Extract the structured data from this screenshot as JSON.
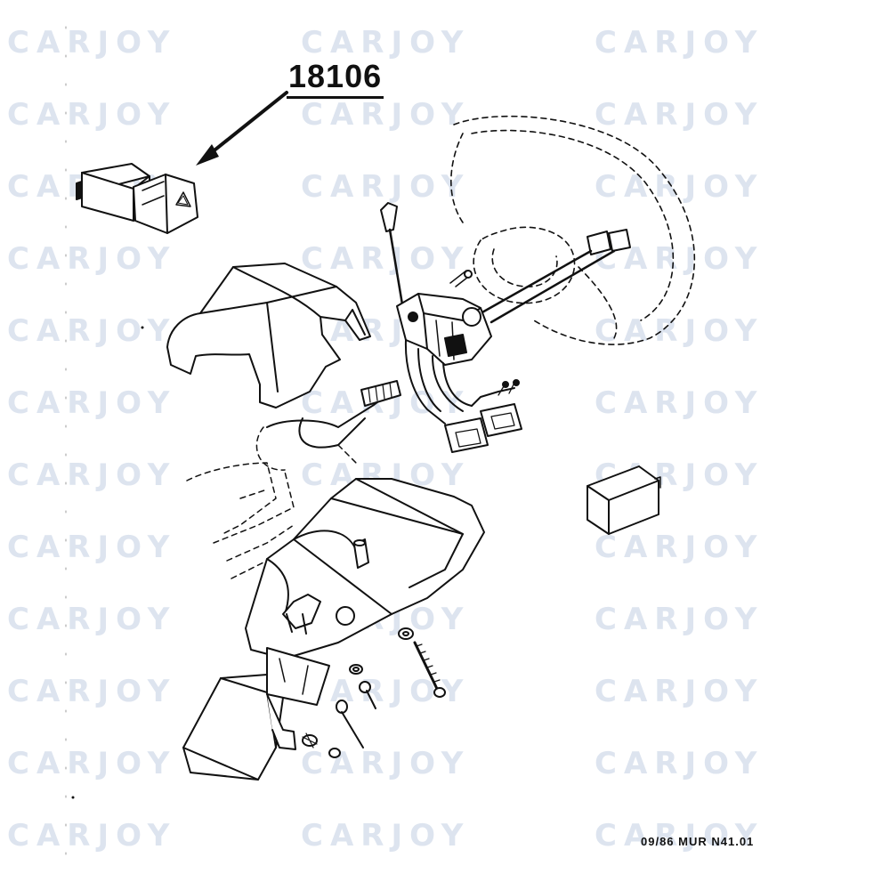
{
  "watermark": {
    "text": "CARJOY"
  },
  "callout": {
    "part_number": "18106"
  },
  "footer": {
    "drawing_code": "09/86 MUR N41.01"
  }
}
